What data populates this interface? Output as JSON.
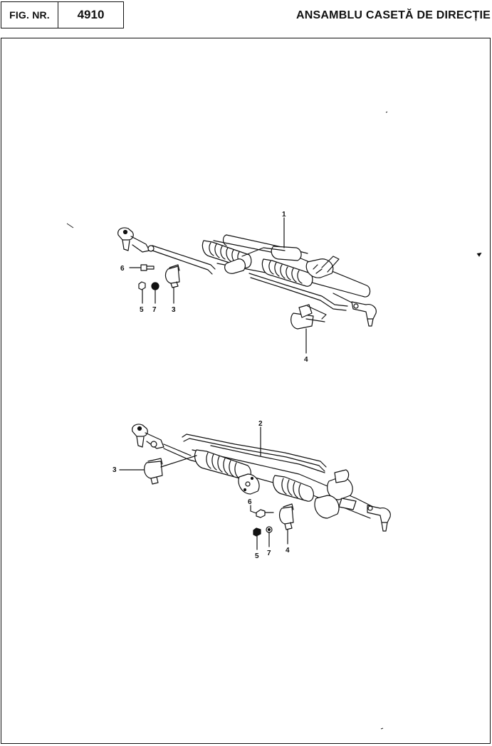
{
  "header": {
    "fig_label": "FIG. NR.",
    "fig_number": "4910",
    "title": "ANSAMBLU CASETĂ DE DIRECȚIE"
  },
  "diagram_top": {
    "callouts": [
      "1",
      "6",
      "5",
      "7",
      "3",
      "4"
    ]
  },
  "diagram_bottom": {
    "callouts": [
      "2",
      "3",
      "6",
      "5",
      "7",
      "4"
    ]
  }
}
